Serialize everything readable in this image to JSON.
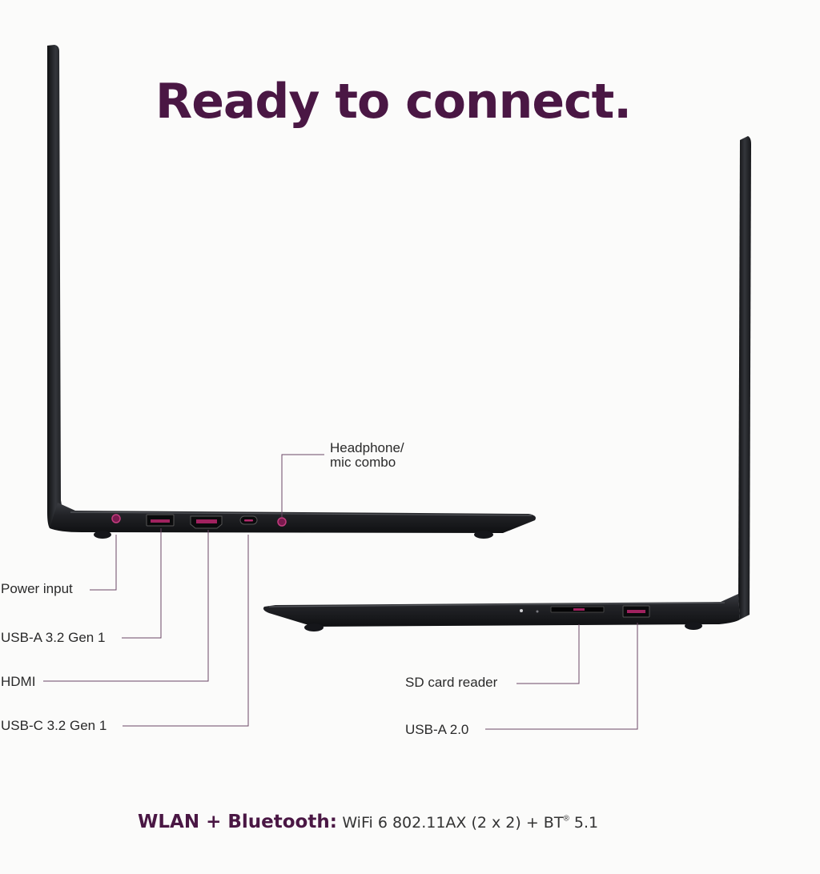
{
  "heading": "Ready to connect.",
  "colors": {
    "accent": "#4a1744",
    "port": "#8c1e5a",
    "laptop": "#1c1d20",
    "leader": "#5a3a56"
  },
  "left_side_ports": [
    {
      "label": "Power input",
      "icon": "power-port-icon"
    },
    {
      "label": "USB-A 3.2 Gen 1",
      "icon": "usb-a-port-icon"
    },
    {
      "label": "HDMI",
      "icon": "hdmi-port-icon"
    },
    {
      "label": "USB-C 3.2 Gen 1",
      "icon": "usb-c-port-icon"
    }
  ],
  "headphone_label": {
    "line1": "Headphone/",
    "line2": "mic combo",
    "icon": "audio-jack-icon"
  },
  "right_side_ports": [
    {
      "label": "SD card reader",
      "icon": "sd-card-slot-icon"
    },
    {
      "label": "USB-A 2.0",
      "icon": "usb-a-port-icon"
    }
  ],
  "footer": {
    "key": "WLAN + Bluetooth:",
    "value": "WiFi 6 802.11AX (2 x 2) + BT",
    "sup": "®",
    "version": " 5.1"
  }
}
